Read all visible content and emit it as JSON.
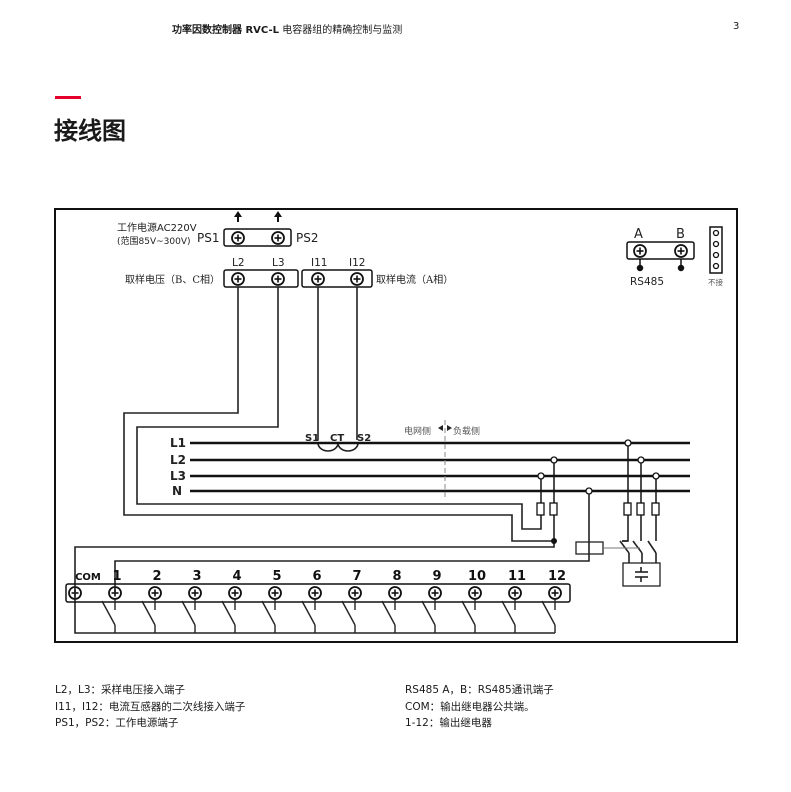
{
  "header": {
    "title_bold": "功率因数控制器 RVC-L",
    "title_rest": " 电容器组的精确控制与监测",
    "page_number": "3"
  },
  "section_title": "接线图",
  "diagram": {
    "power_label_1": "工作电源AC220V",
    "power_label_2": "(范围85V~300V)",
    "ps1": "PS1",
    "ps2": "PS2",
    "l2": "L2",
    "l3": "L3",
    "i11": "I11",
    "i12": "I12",
    "voltage_label": "取样电压（B、C相）",
    "current_label": "取样电流（A相）",
    "rs485_a": "A",
    "rs485_b": "B",
    "rs485": "RS485",
    "not_connected": "不接",
    "lines": [
      "L1",
      "L2",
      "L3",
      "N"
    ],
    "ct_s1": "S1",
    "ct": "CT",
    "ct_s2": "S2",
    "grid_side": "电网侧",
    "load_side": "负载侧",
    "terminals": [
      "COM",
      "1",
      "2",
      "3",
      "4",
      "5",
      "6",
      "7",
      "8",
      "9",
      "10",
      "11",
      "12"
    ]
  },
  "legend": {
    "left": [
      "L2，L3：采样电压接入端子",
      "I11，I12：电流互感器的二次线接入端子",
      "PS1，PS2：工作电源端子"
    ],
    "right": [
      "RS485 A，B：RS485通讯端子",
      "COM：输出继电器公共端。",
      "1-12：输出继电器"
    ]
  }
}
